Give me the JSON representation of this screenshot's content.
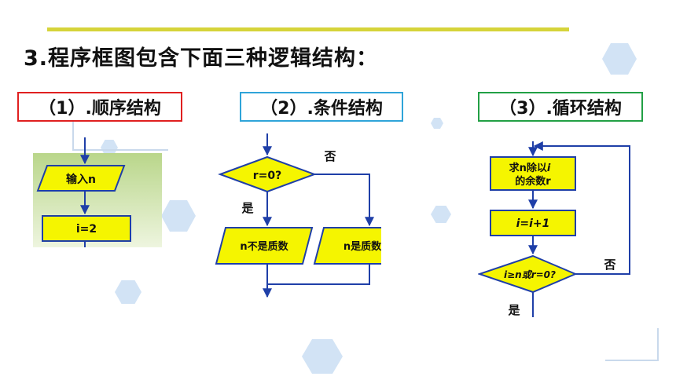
{
  "title": "3.程序框图包含下面三种逻辑结构：",
  "structures": [
    {
      "label": "（1）.顺序结构",
      "border_color": "#e02020",
      "flow": {
        "input": "输入n",
        "assign": "i=2"
      }
    },
    {
      "label": "（2）.条件结构",
      "border_color": "#2fa4d9",
      "flow": {
        "condition": "r=0?",
        "yes": "是",
        "no": "否",
        "yes_branch": "n不是质数",
        "no_branch": "n是质数"
      }
    },
    {
      "label": "（3）.循环结构",
      "border_color": "#22a045",
      "flow": {
        "compute_line1": "求n除以",
        "compute_var": "i",
        "compute_line2": "的余数r",
        "increment": "i=i+1",
        "condition": "i≥n或r=0?",
        "yes": "是",
        "no": "否"
      }
    }
  ],
  "colors": {
    "block_fill": "#f5f500",
    "block_stroke": "#1f3fa8",
    "line": "#1f3fa8",
    "accent_bar": "#d6d43a"
  }
}
